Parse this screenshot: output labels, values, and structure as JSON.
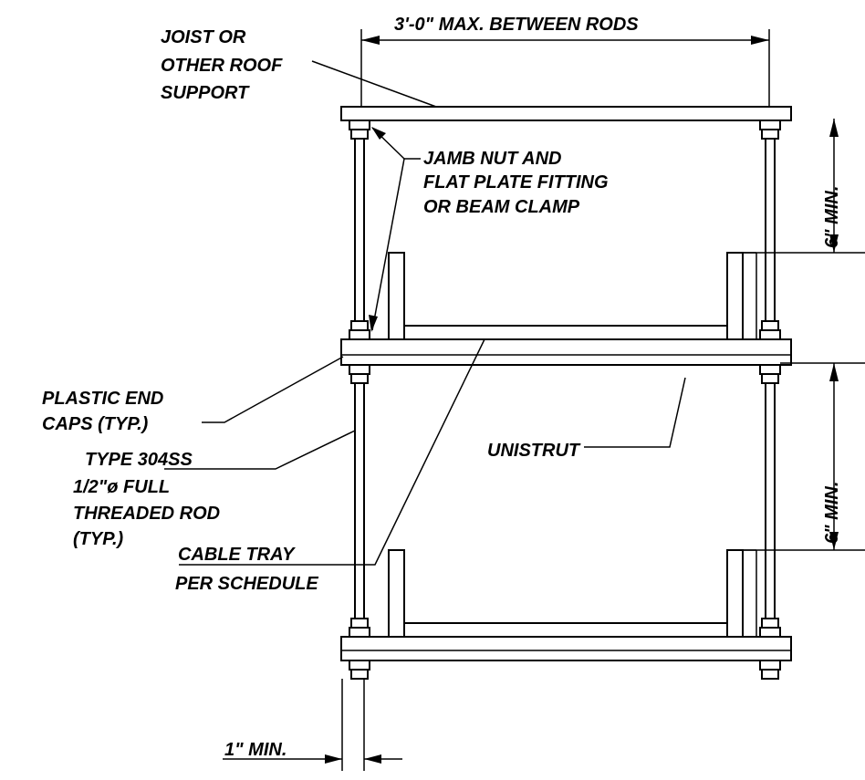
{
  "labels": {
    "max_between_rods": "3'-0\" MAX. BETWEEN RODS",
    "joist_line1": "JOIST OR",
    "joist_line2": "OTHER ROOF",
    "joist_line3": "SUPPORT",
    "jamb_line1": "JAMB NUT AND",
    "jamb_line2": "FLAT PLATE FITTING",
    "jamb_line3": "OR BEAM CLAMP",
    "min_upper": "6\" MIN.",
    "min_lower": "6\" MIN.",
    "plastic_line1": "PLASTIC END",
    "plastic_line2": "CAPS (TYP.)",
    "rod_line1": "TYPE 304SS",
    "rod_line2": "1/2\"ø FULL",
    "rod_line3": "THREADED ROD",
    "rod_line4": "(TYP.)",
    "unistrut": "UNISTRUT",
    "tray_line1": "CABLE TRAY",
    "tray_line2": "PER SCHEDULE",
    "one_inch_min": "1\" MIN."
  }
}
